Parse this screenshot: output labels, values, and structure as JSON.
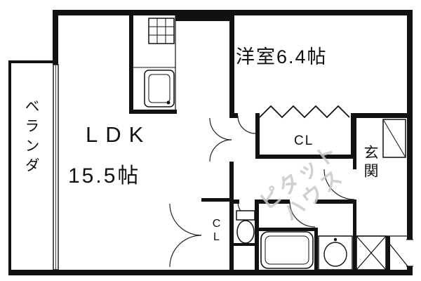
{
  "floor_plan": {
    "background": "#ffffff",
    "wall_color": "#111111",
    "labels": {
      "veranda": "ベランダ",
      "ldk_name": "LDK",
      "ldk_size": "15.5帖",
      "western_room": "洋室6.4帖",
      "closet_upper": "CL",
      "closet_lower": "CL",
      "entrance": "玄関"
    },
    "watermark": {
      "line1": "ピタット",
      "line2": "ハウス",
      "color": "#c9c9c9"
    },
    "icons": [
      "stove-icon",
      "sink-icon",
      "bathtub-icon",
      "washbasin-icon",
      "toilet-icon",
      "shoe-cabinet-icon",
      "entrance-tile-icon",
      "door-arc",
      "folding-door-icon",
      "window"
    ]
  }
}
